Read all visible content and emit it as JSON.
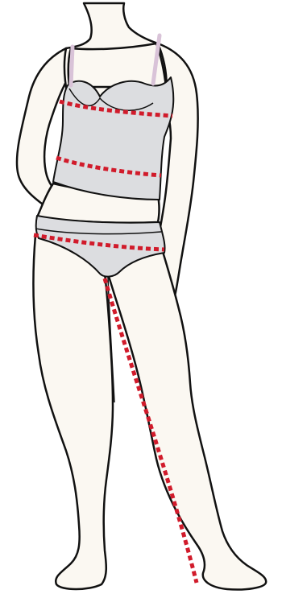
{
  "illustration": {
    "subject": "female-figure-measurement-guide",
    "colors": {
      "skin": "#fbf8f2",
      "outline": "#111111",
      "garment": "#dcdde0",
      "strap": "#d9c3d8",
      "measure_line": "#d11b2b"
    },
    "measure_lines": [
      {
        "name": "bust-measure-line"
      },
      {
        "name": "waist-measure-line"
      },
      {
        "name": "hip-measure-line"
      },
      {
        "name": "inseam-measure-line"
      }
    ]
  }
}
